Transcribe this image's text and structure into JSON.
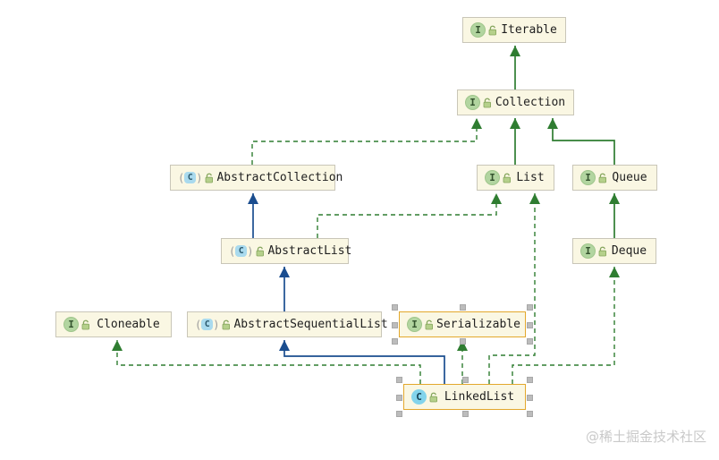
{
  "watermark": "@稀土掘金技术社区",
  "diagram": {
    "nodes": [
      {
        "label": "Iterable",
        "kind": "interface",
        "icon_letter": "I",
        "selected": false
      },
      {
        "label": "Collection",
        "kind": "interface",
        "icon_letter": "I",
        "selected": false
      },
      {
        "label": "AbstractCollection",
        "kind": "abstract-class",
        "icon_letter": "C",
        "selected": false
      },
      {
        "label": "List",
        "kind": "interface",
        "icon_letter": "I",
        "selected": false
      },
      {
        "label": "Queue",
        "kind": "interface",
        "icon_letter": "I",
        "selected": false
      },
      {
        "label": "AbstractList",
        "kind": "abstract-class",
        "icon_letter": "C",
        "selected": false
      },
      {
        "label": "Deque",
        "kind": "interface",
        "icon_letter": "I",
        "selected": false
      },
      {
        "label": "Cloneable",
        "kind": "interface",
        "icon_letter": "I",
        "selected": false
      },
      {
        "label": "AbstractSequentialList",
        "kind": "abstract-class",
        "icon_letter": "C",
        "selected": false
      },
      {
        "label": "Serializable",
        "kind": "interface",
        "icon_letter": "I",
        "selected": true
      },
      {
        "label": "LinkedList",
        "kind": "class",
        "icon_letter": "C",
        "selected": true
      }
    ],
    "edges": [
      {
        "from": "Collection",
        "to": "Iterable",
        "relation": "extends",
        "style": "solid-green"
      },
      {
        "from": "AbstractCollection",
        "to": "Collection",
        "relation": "implements",
        "style": "dashed-green"
      },
      {
        "from": "List",
        "to": "Collection",
        "relation": "extends",
        "style": "solid-green"
      },
      {
        "from": "Queue",
        "to": "Collection",
        "relation": "extends",
        "style": "solid-green"
      },
      {
        "from": "AbstractList",
        "to": "AbstractCollection",
        "relation": "extends",
        "style": "solid-blue"
      },
      {
        "from": "AbstractList",
        "to": "List",
        "relation": "implements",
        "style": "dashed-green"
      },
      {
        "from": "Deque",
        "to": "Queue",
        "relation": "extends",
        "style": "solid-green"
      },
      {
        "from": "AbstractSequentialList",
        "to": "AbstractList",
        "relation": "extends",
        "style": "solid-blue"
      },
      {
        "from": "LinkedList",
        "to": "Cloneable",
        "relation": "implements",
        "style": "dashed-green"
      },
      {
        "from": "LinkedList",
        "to": "AbstractSequentialList",
        "relation": "extends",
        "style": "solid-blue"
      },
      {
        "from": "LinkedList",
        "to": "Serializable",
        "relation": "implements",
        "style": "dashed-green"
      },
      {
        "from": "LinkedList",
        "to": "List",
        "relation": "implements",
        "style": "dashed-green"
      },
      {
        "from": "LinkedList",
        "to": "Deque",
        "relation": "implements",
        "style": "dashed-green"
      }
    ],
    "colors": {
      "node_bg": "#faf7e3",
      "node_border": "#c9c6b8",
      "selected_border": "#e3a82d",
      "inheritance_green": "#2f7d31",
      "inheritance_blue": "#1a4d8f",
      "interface_icon_bg": "#b2d5a0",
      "class_icon_bg": "#83d4ec",
      "abstract_icon_bg": "#a9daee",
      "handle_gray": "#bcbcbc"
    }
  }
}
